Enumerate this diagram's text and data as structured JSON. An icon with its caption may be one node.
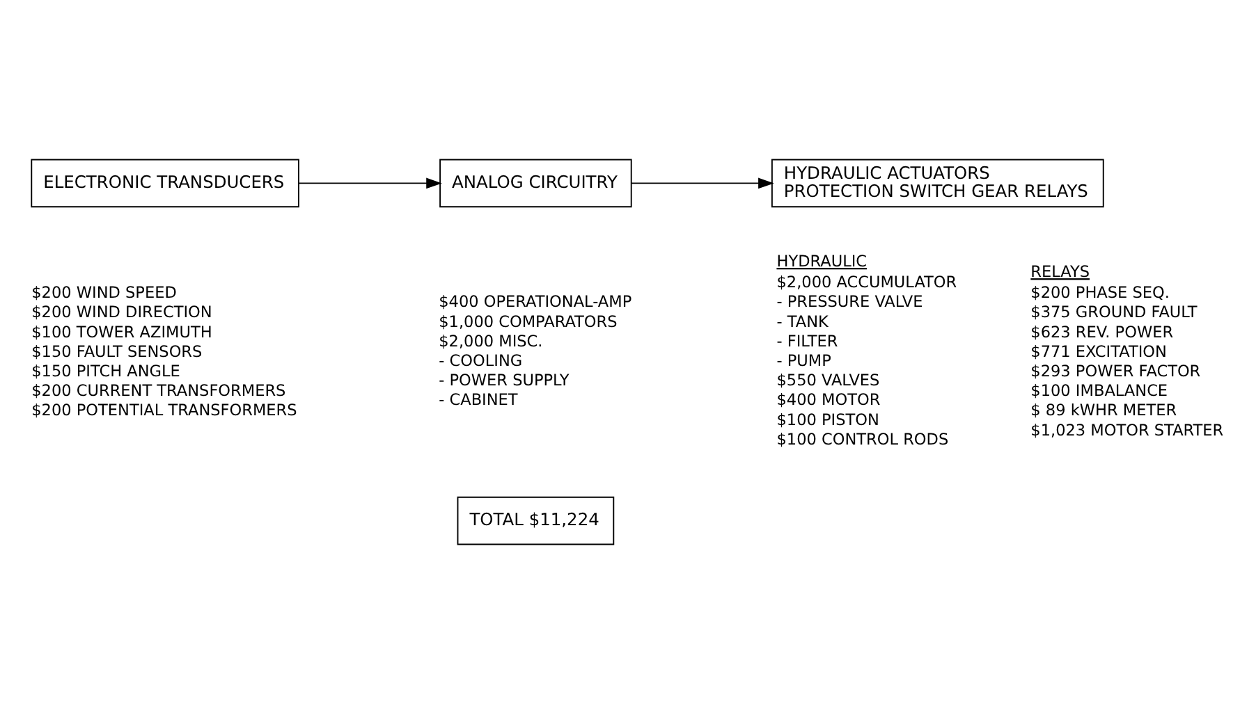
{
  "diagram": {
    "nodes": [
      {
        "text": [
          "ELECTRONIC TRANSDUCERS"
        ]
      },
      {
        "text": [
          "ANALOG CIRCUITRY"
        ]
      },
      {
        "text": [
          "HYDRAULIC ACTUATORS",
          "PROTECTION SWITCH GEAR RELAYS"
        ]
      },
      {
        "text": [
          "TOTAL $11,224"
        ]
      }
    ],
    "edges": [
      {
        "from": 0,
        "to": 1,
        "arrow": "to"
      },
      {
        "from": 1,
        "to": 2,
        "arrow": "to"
      }
    ],
    "labels": [
      "$200 WIND SPEED",
      "$200 WIND DIRECTION",
      "$100 TOWER AZIMUTH",
      "$150 FAULT SENSORS",
      "$150 PITCH ANGLE",
      "$200 CURRENT TRANSFORMERS",
      "$200 POTENTIAL TRANSFORMERS",
      "$400 OPERATIONAL-AMP",
      "$1,000 COMPARATORS",
      "$2,000 MISC.",
      "- COOLING",
      "- POWER SUPPLY",
      "- CABINET",
      "HYDRAULIC",
      "$2,000 ACCUMULATOR",
      "- PRESSURE VALVE",
      "- TANK",
      "- FILTER",
      "- PUMP",
      "$550 VALVES",
      "$400 MOTOR",
      "$100 PISTON",
      "$100 CONTROL RODS",
      "RELAYS",
      "$200 PHASE SEQ.",
      "$375 GROUND FAULT",
      "$623 REV. POWER",
      "$771 EXCITATION",
      "$293 POWER FACTOR",
      "$100 IMBALANCE",
      "$ 89 kWHR METER",
      "$1,023 MOTOR STARTER"
    ]
  }
}
